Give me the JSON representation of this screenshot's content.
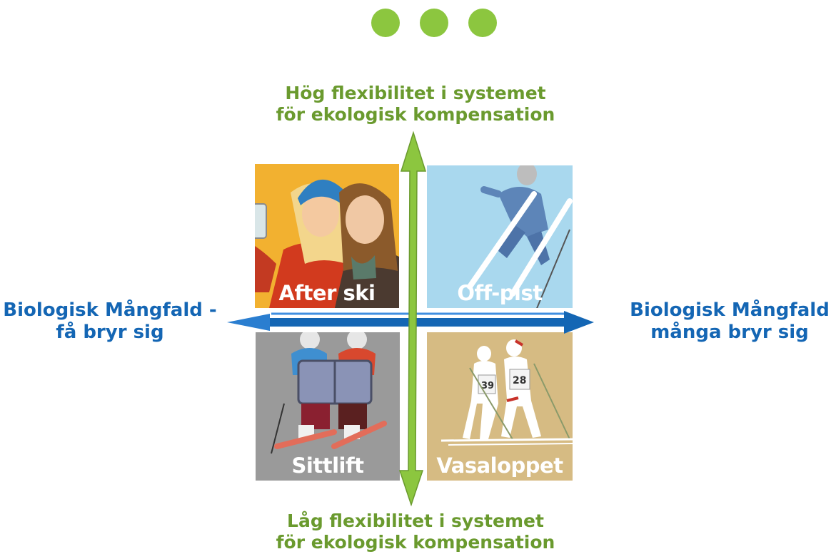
{
  "colors": {
    "green": "#8cc63f",
    "axis_green": "#6a9a2e",
    "axis_blue": "#1466b4",
    "after_ski_bg": "#f2b130",
    "off_pist_bg": "#a9d8ee",
    "sittlift_bg": "#9a9a9a",
    "vasaloppet_bg": "#d6bb83"
  },
  "axes": {
    "top": {
      "line1": "Hög flexibilitet i systemet",
      "line2": "för ekologisk kompensation"
    },
    "bottom": {
      "line1": "Låg flexibilitet i systemet",
      "line2": "för ekologisk kompensation"
    },
    "left": {
      "line1": "Biologisk Mångfald -",
      "line2": "få bryr sig"
    },
    "right": {
      "line1": "Biologisk Mångfald",
      "line2": "många bryr sig"
    }
  },
  "quadrants": {
    "top_left": {
      "label": "After ski",
      "icon": "friends-with-drink-illustration"
    },
    "top_right": {
      "label": "Off-pist",
      "icon": "freeride-skier-illustration"
    },
    "bottom_left": {
      "label": "Sittlift",
      "icon": "chairlift-riders-illustration"
    },
    "bottom_right": {
      "label": "Vasaloppet",
      "icon": "cross-country-skiers-illustration"
    }
  },
  "bibs": {
    "left": "39",
    "right": "28"
  }
}
